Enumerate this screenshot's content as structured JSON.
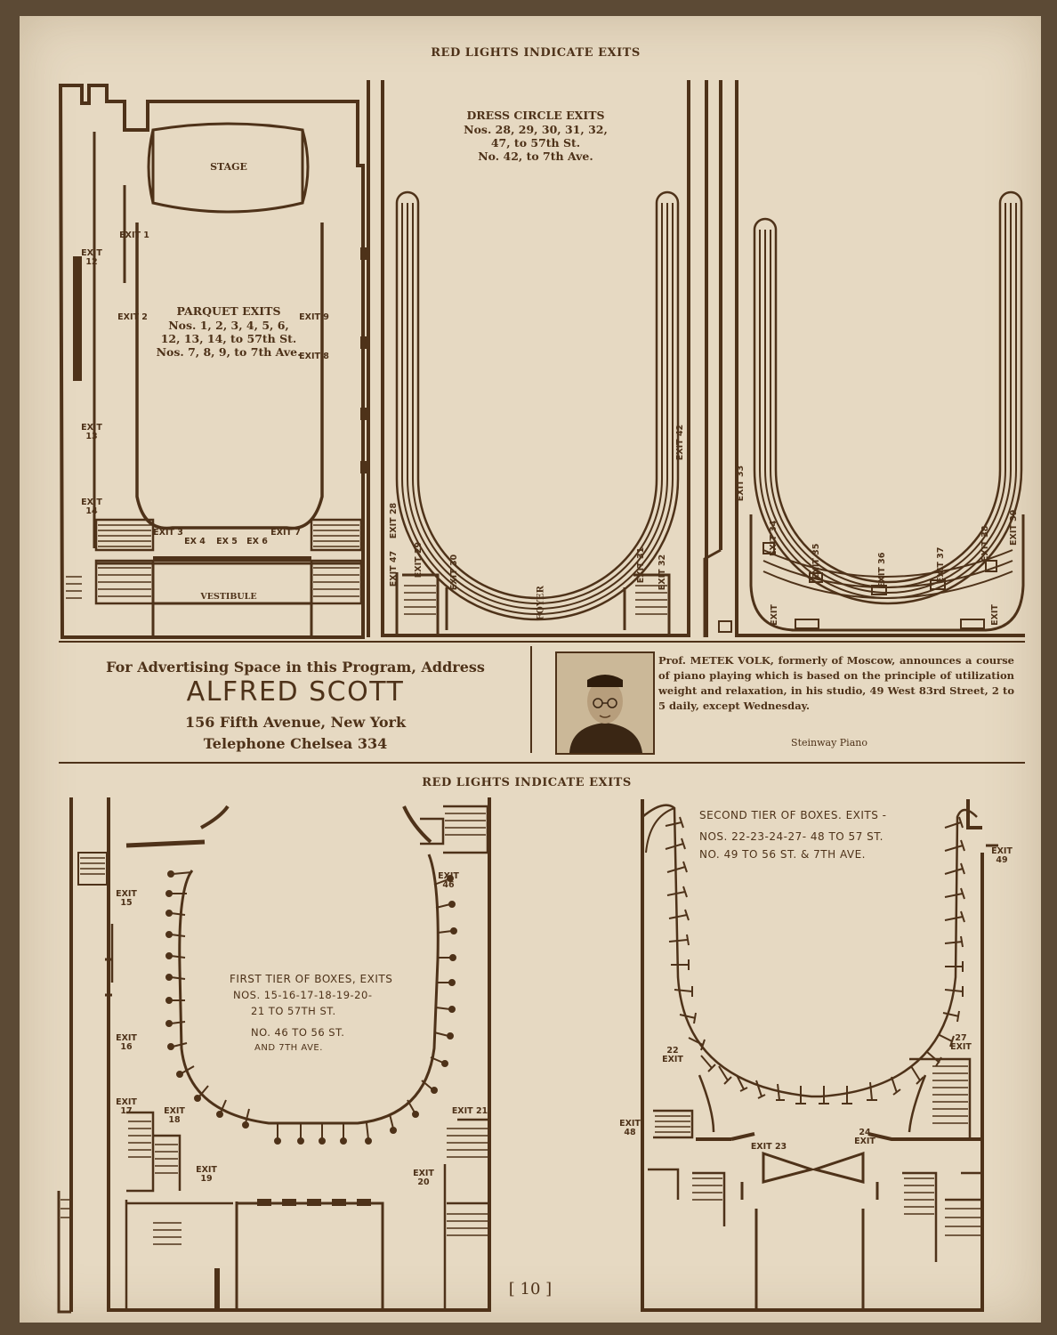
{
  "headings": {
    "top": "RED LIGHTS INDICATE EXITS",
    "bottom": "RED LIGHTS INDICATE EXITS"
  },
  "parquet": {
    "stage": "STAGE",
    "title": "PARQUET EXITS",
    "line1": "Nos. 1, 2, 3, 4, 5, 6,",
    "line2": "12, 13, 14, to 57th St.",
    "line3": "Nos. 7, 8, 9, to 7th Ave.",
    "vestibule": "VESTIBULE",
    "exits": {
      "e1": "EXIT 1",
      "e2": "EXIT 2",
      "e3": "EXIT 3",
      "e4": "EX 4",
      "e5": "EX 5",
      "e6": "EX 6",
      "e7": "EXIT 7",
      "e8": "EXIT 8",
      "e9": "EXIT 9",
      "e12": "EXIT 12",
      "e13": "EXIT 13",
      "e14": "EXIT 14"
    }
  },
  "dress_circle": {
    "title": "DRESS CIRCLE EXITS",
    "line1": "Nos. 28, 29, 30, 31, 32,",
    "line2": "47, to 57th St.",
    "line3": "No. 42, to 7th Ave.",
    "foyer": "FOYER",
    "exits": {
      "e28": "EXIT 28",
      "e29": "EXIT 29",
      "e30": "EXIT 30",
      "e31": "EXIT 31",
      "e32": "EXIT 32",
      "e42": "EXIT 42",
      "e47": "EXIT 47"
    }
  },
  "balcony": {
    "exits": {
      "e33": "EXIT 33",
      "e34": "EXIT 34",
      "e35": "EXIT 35",
      "e36": "EXIT 36",
      "e37": "EXIT 37",
      "e38": "EXIT 38",
      "e39": "EXIT 39",
      "eL": "EXIT",
      "eR": "EXIT"
    }
  },
  "advertising": {
    "line1": "For Advertising Space in this Program, Address",
    "name": "ALFRED SCOTT",
    "address": "156 Fifth Avenue, New York",
    "phone": "Telephone Chelsea 334"
  },
  "volk_ad": {
    "text": "Prof. METEK VOLK, formerly of Moscow, announces a course of piano playing which is based on the principle of utilization weight and relaxation, in his studio, 49 West 83rd Street, 2 to 5 daily, except Wednesday.",
    "piano": "Steinway Piano"
  },
  "first_tier": {
    "line1": "FIRST TIER OF BOXES, EXITS",
    "line2": "NOS. 15-16-17-18-19-20-",
    "line3": "21 TO 57TH ST.",
    "line4": "NO. 46 TO 56 ST.",
    "line5": "AND 7TH AVE.",
    "exits": {
      "e15": "EXIT 15",
      "e16": "EXIT 16",
      "e17": "EXIT 17",
      "e18": "EXIT 18",
      "e19": "EXIT 19",
      "e20": "EXIT 20",
      "e21": "EXIT 21",
      "e46": "EXIT 46"
    }
  },
  "second_tier": {
    "line1": "SECOND TIER OF BOXES. EXITS -",
    "line2": "NOS. 22-23-24-27- 48 TO 57 ST.",
    "line3": "NO. 49 TO 56 ST. & 7TH AVE.",
    "exits": {
      "e22": "22 EXIT",
      "e23": "EXIT 23",
      "e24": "24 EXIT",
      "e27": "27 EXIT",
      "e48": "EXIT 48",
      "e49": "EXIT 49"
    }
  },
  "page_number": "[ 10 ]"
}
